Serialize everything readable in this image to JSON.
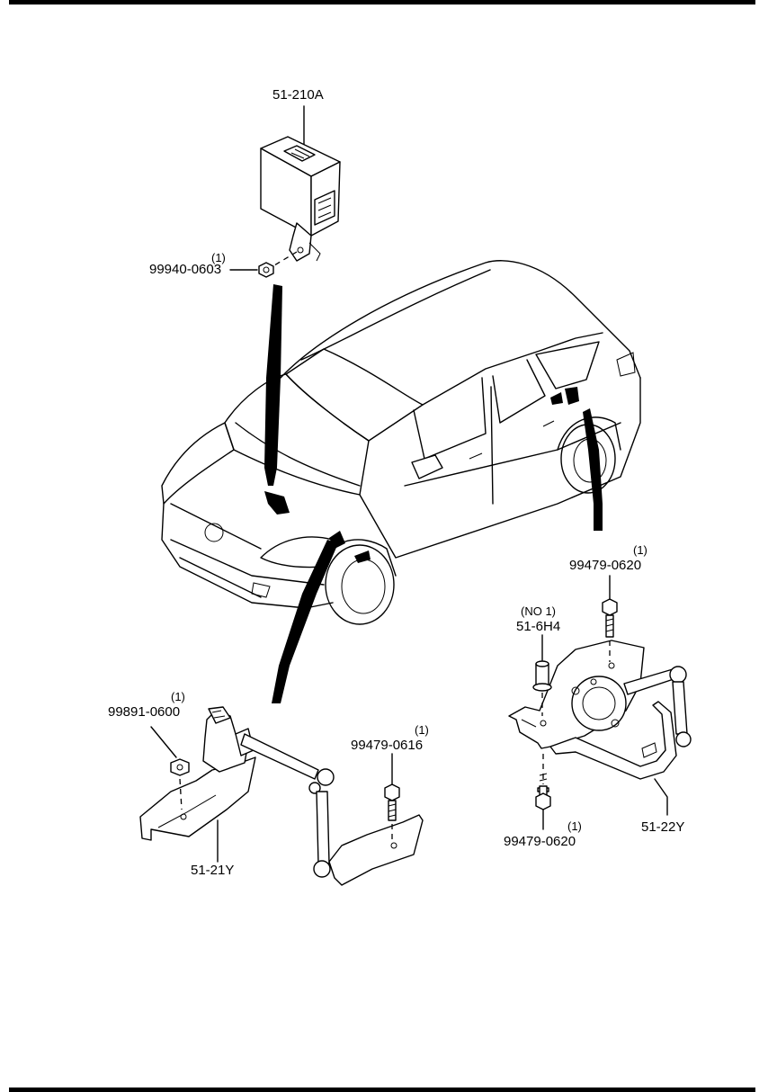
{
  "callouts": {
    "control_unit": {
      "code": "51-210A"
    },
    "nut_front": {
      "code": "99940-0603",
      "qty": "(1)"
    },
    "nut_left": {
      "code": "99891-0600",
      "qty": "(1)"
    },
    "bolt_front_link": {
      "code": "99479-0616",
      "qty": "(1)"
    },
    "front_sensor": {
      "code": "51-21Y"
    },
    "bolt_rear_top": {
      "code": "99479-0620",
      "qty": "(1)"
    },
    "clip": {
      "note": "(NO 1)",
      "code": "51-6H4"
    },
    "bolt_rear_bottom": {
      "code": "99479-0620",
      "qty": "(1)"
    },
    "rear_sensor": {
      "code": "51-22Y"
    }
  }
}
